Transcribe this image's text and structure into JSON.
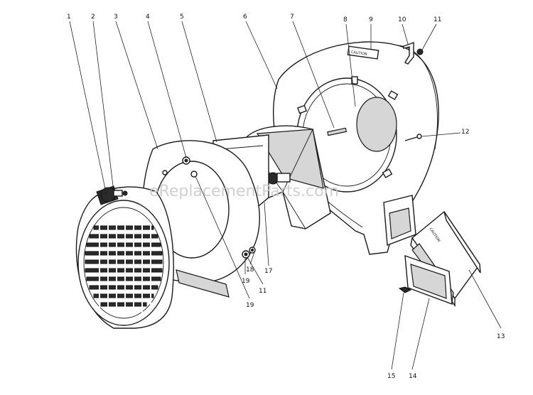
{
  "diagram": {
    "callouts": [
      {
        "id": "c1",
        "label": "1"
      },
      {
        "id": "c2",
        "label": "2"
      },
      {
        "id": "c3",
        "label": "3"
      },
      {
        "id": "c4",
        "label": "4"
      },
      {
        "id": "c5",
        "label": "5"
      },
      {
        "id": "c6",
        "label": "6"
      },
      {
        "id": "c7",
        "label": "7"
      },
      {
        "id": "c8",
        "label": "8"
      },
      {
        "id": "c9",
        "label": "9"
      },
      {
        "id": "c10",
        "label": "10"
      },
      {
        "id": "c11a",
        "label": "11"
      },
      {
        "id": "c12",
        "label": "12"
      },
      {
        "id": "c13",
        "label": "13"
      },
      {
        "id": "c14",
        "label": "14"
      },
      {
        "id": "c15",
        "label": "15"
      },
      {
        "id": "c17",
        "label": "17"
      },
      {
        "id": "c18",
        "label": "18"
      },
      {
        "id": "c19a",
        "label": "19"
      },
      {
        "id": "c11b",
        "label": "11"
      },
      {
        "id": "c19b",
        "label": "19"
      }
    ],
    "watermark": "eReplacementParts.com",
    "chute_label": "CAUTION",
    "housing_label": "CAUTION"
  }
}
